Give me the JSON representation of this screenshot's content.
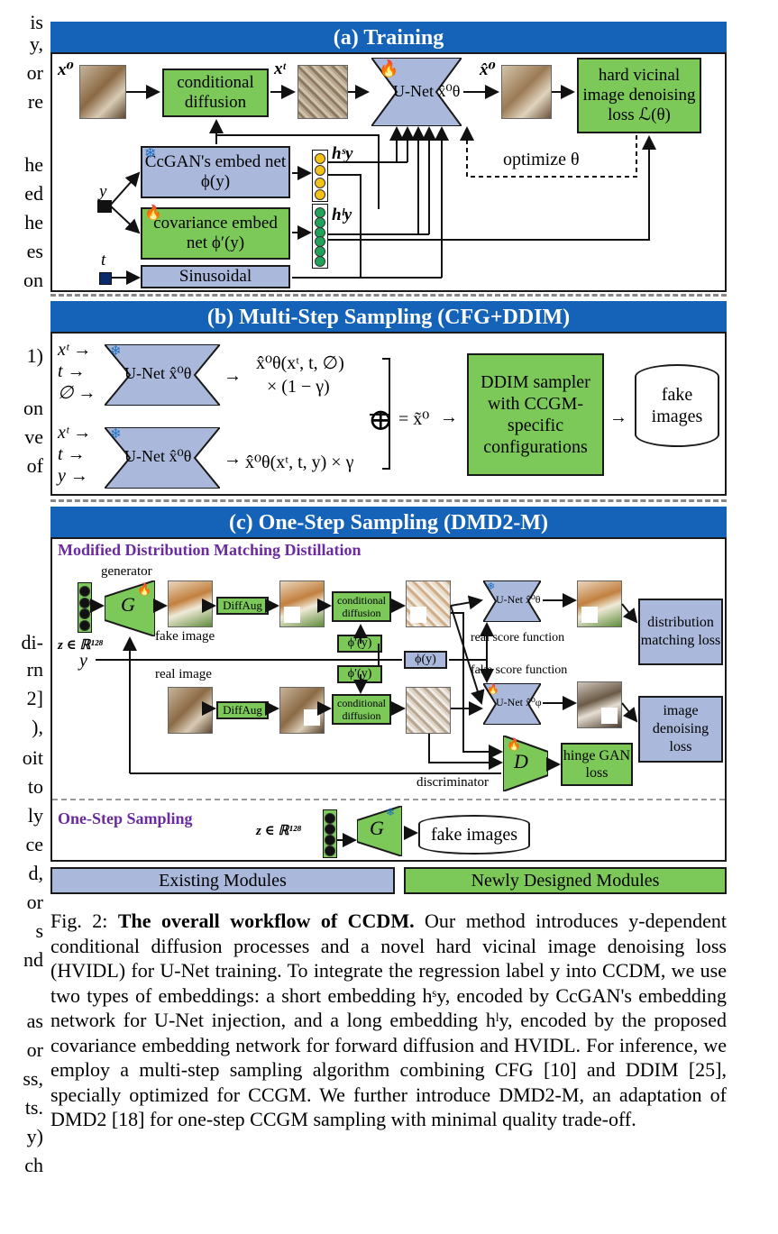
{
  "left_fragments": [
    "is",
    "y,",
    "or",
    "re",
    "he",
    "ed",
    "he",
    "es",
    "on",
    "1)",
    "on",
    "ve",
    "of",
    "di-",
    "rn",
    "2]",
    "),",
    "oit",
    "to",
    "ly",
    "ce",
    "d,",
    "or",
    "s",
    "nd",
    "as",
    "or",
    "ss,",
    "ts.",
    "y)",
    "ch"
  ],
  "panel_a": {
    "title": "(a) Training",
    "x0": "x⁰",
    "xt": "xᵗ",
    "x0hat": "x̂⁰",
    "cond_diffusion": "conditional diffusion",
    "unet": "U-Net x̂⁰θ",
    "loss": "hard vicinal image denoising loss ℒ(θ)",
    "ccgan_embed": "CcGAN's embed net ϕ(y)",
    "cov_embed": "covariance embed net ϕ′(y)",
    "sinusoidal": "Sinusoidal",
    "hs": "hˢy",
    "hl": "hˡy",
    "y": "y",
    "t": "t",
    "optimize": "optimize θ"
  },
  "panel_b": {
    "title": "(b) Multi-Step Sampling (CFG+DDIM)",
    "in1": [
      "xᵗ →",
      "t →",
      "∅ →"
    ],
    "in2": [
      "xᵗ →",
      "t →",
      "y →"
    ],
    "unet": "U-Net x̂⁰θ",
    "out1a": "x̂⁰θ(xᵗ, t, ∅)",
    "out1b": "× (1 − γ)",
    "out2": "x̂⁰θ(xᵗ, t, y) × γ",
    "sum": "= x̃⁰",
    "ddim": "DDIM sampler with CCGM-specific configurations",
    "fake": "fake images"
  },
  "panel_c": {
    "title": "(c) One-Step Sampling (DMD2-M)",
    "subtitle": "Modified Distribution Matching Distillation",
    "generator": "generator",
    "G": "G",
    "z": "z ∈ ℝ¹²⁸",
    "y": "y",
    "fake_image": "fake image",
    "real_image": "real image",
    "diffaug": "DiffAug",
    "cond_diffusion": "conditional diffusion",
    "phi_prime": "ϕ′(y)",
    "phi": "ϕ(y)",
    "unet_real": "U-Net x̂⁰θ",
    "unet_fake": "U-Net x̂⁰φ",
    "real_score": "real score function",
    "fake_score": "fake score function",
    "dm_loss": "distribution matching loss",
    "den_loss": "image denoising loss",
    "D": "D",
    "hinge": "hinge GAN loss",
    "discriminator": "discriminator",
    "one_step": "One-Step Sampling",
    "fake_images": "fake images"
  },
  "legend": {
    "existing": "Existing Modules",
    "new": "Newly Designed Modules"
  },
  "caption": {
    "fig": "Fig. 2: ",
    "bold": "The overall workflow of CCDM.",
    "text": " Our method introduces y-dependent conditional diffusion processes and a novel hard vicinal image denoising loss (HVIDL) for U-Net training. To integrate the regression label y into CCDM, we use two types of embeddings: a short embedding hˢy, encoded by CcGAN's embedding network for U-Net injection, and a long embedding hˡy, encoded by the proposed covariance embedding network for forward diffusion and HVIDL. For inference, we employ a multi-step sampling algorithm combining CFG [10] and DDIM [25], specially optimized for CCGM. We further introduce DMD2-M, an adaptation of DMD2 [18] for one-step CCGM sampling with minimal quality trade-off."
  }
}
